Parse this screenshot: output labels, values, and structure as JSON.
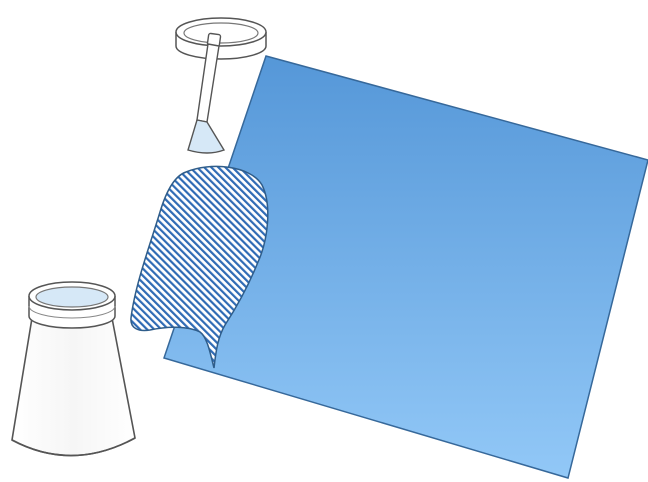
{
  "illustration": {
    "elements": [
      "petri-dish-lid",
      "spatula",
      "blue-sheet",
      "hatched-swab",
      "open-jar"
    ],
    "colors": {
      "sheet_top": "#5597d8",
      "sheet_bottom": "#92c8f7",
      "sheet_stroke": "#36689a",
      "hatch_fill": "#2f6bb5",
      "outline": "#555555",
      "liquid": "#d6e8f7"
    }
  }
}
